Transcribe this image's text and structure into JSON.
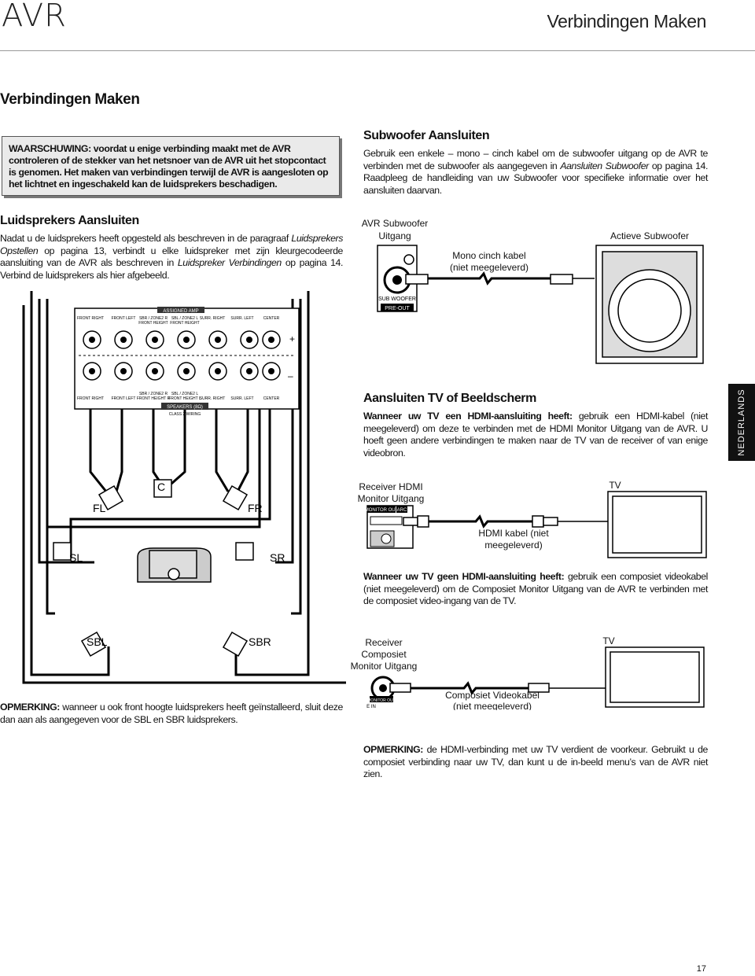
{
  "header": {
    "logo": "AVR",
    "running_title": "Verbindingen Maken"
  },
  "title": "Verbindingen Maken",
  "warning": "WAARSCHUWING: voordat u enige verbinding maakt met de AVR controleren of de stekker van het netsnoer van de AVR uit het stopcontact is genomen. Het maken van verbindingen terwijl de AVR is aangesloten op het lichtnet en ingeschakeld kan de luidsprekers beschadigen.",
  "speakers": {
    "heading": "Luidsprekers Aansluiten",
    "body_1": "Nadat u de luidsprekers heeft opgesteld als beschreven in de paragraaf ",
    "body_1_italic": "Luidsprekers Opstellen",
    "body_2": " op pagina 13, verbindt u elke luidspreker met zijn kleurgecodeerde aansluiting van de AVR als beschreven in ",
    "body_2_italic": "Luidspreker Verbindingen",
    "body_3": " op pagina 14. Verbind de luidsprekers als hier afgebeeld.",
    "terminal_top_labels": [
      "FRONT RIGHT",
      "FRONT LEFT",
      "SBR / ZONE2 R",
      "SBL / ZONE2 L",
      "SURR. RIGHT",
      "SURR. LEFT",
      "CENTER"
    ],
    "terminal_top_sub": [
      "FRONT HEIGHT",
      "FRONT HEIGHT"
    ],
    "terminal_bottom_labels": [
      "FRONT RIGHT",
      "FRONT LEFT",
      "SBR / ZONE2 R",
      "SBL / ZONE2 L",
      "SURR. RIGHT",
      "SURR. LEFT",
      "CENTER"
    ],
    "terminal_bottom_sub": [
      "FRONT HEIGHT R",
      "FRONT HEIGHT L"
    ],
    "assign_amp": "ASSIGNED AMP",
    "speakers_label": "SPEAKERS (8Ω)",
    "class_label": "CLASS 2 WIRING",
    "plus": "+",
    "minus": "–",
    "fl": "FL",
    "c": "C",
    "fr": "FR",
    "sl": "SL",
    "sr": "SR",
    "sbl": "SBL",
    "sbr": "SBR"
  },
  "note_height": {
    "bold": "OPMERKING:",
    "text": " wanneer u ook front hoogte luidsprekers heeft geïnstalleerd, sluit deze dan aan als aangegeven voor de SBL en SBR luidsprekers."
  },
  "subwoofer": {
    "heading": "Subwoofer Aansluiten",
    "body_1": "Gebruik een enkele – mono – cinch kabel om de subwoofer uitgang op de AVR te verbinden met de subwoofer als aangegeven in ",
    "body_1_italic": "Aansluiten Subwoofer",
    "body_2": " op pagina 14. Raadpleeg de handleiding van uw Subwoofer voor specifieke informatie over het aansluiten daarvan.",
    "avr_label_1": "AVR Subwoofer",
    "avr_label_2": "Uitgang",
    "cable_label_1": "Mono cinch kabel",
    "cable_label_2": "(niet meegeleverd)",
    "active_label": "Actieve Subwoofer",
    "jack_label": "SUB WOOFER",
    "preout_label": "PRE-OUT"
  },
  "tv": {
    "heading": "Aansluiten TV of Beeldscherm",
    "hdmi_bold": "Wanneer uw TV een HDMI-aansluiting heeft:",
    "hdmi_text": " gebruik een HDMI-kabel (niet meegeleverd) om deze te verbinden met de HDMI Monitor Uitgang van de AVR. U hoeft geen andere verbindingen te maken naar de TV van de receiver of van enige videobron.",
    "receiver_hdmi_1": "Receiver  HDMI",
    "receiver_hdmi_2": "Monitor Uitgang",
    "monitor_out": "MONITOR OUT",
    "arc": "ARC",
    "hdmi_cable_1": "HDMI kabel (niet",
    "hdmi_cable_2": "meegeleverd)",
    "tv_label": "TV",
    "nohdmi_bold": "Wanneer uw TV geen HDMI-aansluiting heeft:",
    "nohdmi_text": " gebruik een composiet videokabel (niet meegeleverd) om de Composiet Monitor Uitgang van de AVR te verbinden met de composiet video-ingang van de TV.",
    "receiver_comp_1": "Receiver",
    "receiver_comp_2": "Composiet",
    "receiver_comp_3": "Monitor Uitgang",
    "comp_cable_1": "Composiet Videokabel",
    "comp_cable_2": "(niet meegeleverd)",
    "tv_label_2": "TV",
    "monitor_out_2": "MONITOR OUT",
    "e_in": "E IN"
  },
  "note_hdmi": {
    "bold": "OPMERKING:",
    "text": " de HDMI-verbinding met uw TV verdient de voorkeur. Gebruikt u de composiet verbinding naar uw TV, dan kunt u de in-beeld menu’s van de AVR niet zien."
  },
  "side_tab": "NEDERLANDS",
  "page_number": "17"
}
